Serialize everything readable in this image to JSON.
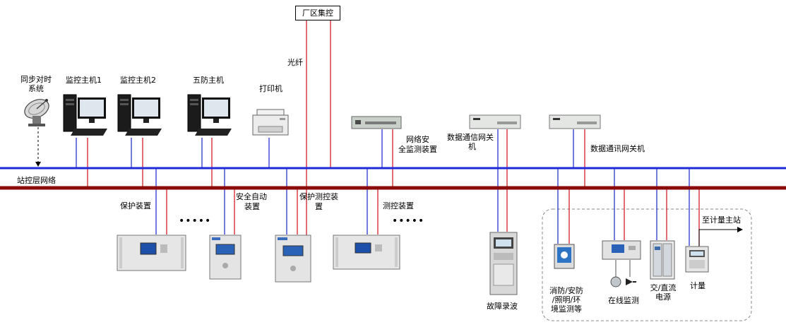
{
  "colors": {
    "station_bus": "#1f2bd6",
    "process_bus": "#8b0b0b",
    "red_link": "#d41e2a",
    "blue_link": "#2a35d6"
  },
  "labels": {
    "plant_control": "厂区集控",
    "fiber": "光纤",
    "sync_time_l1": "同步对时",
    "sync_time_l2": "系统",
    "host1": "监控主机1",
    "host2": "监控主机2",
    "five_prevention": "五防主机",
    "printer": "打印机",
    "net_security_l1": "网络安",
    "net_security_l2": "全监测装置",
    "gateway1_l1": "数据通信网关",
    "gateway1_l2": "机",
    "gateway2": "数据通讯网关机",
    "station_bus": "站控层网络",
    "protection": "保护装置",
    "safety_auto_l1": "安全自动",
    "safety_auto_l2": "装置",
    "prot_measure_l1": "保护测控装",
    "prot_measure_l2": "置",
    "measure_control": "测控装置",
    "dots1": "•••••",
    "dots2": "•••••",
    "fault_recorder": "故障录波",
    "fire_l1": "消防/安防",
    "fire_l2": "/照明/环",
    "fire_l3": "境监测等",
    "online_monitor": "在线监测",
    "acdc_l1": "交/直流",
    "acdc_l2": "电源",
    "metering": "计量",
    "to_metering_master": "至计量主站"
  }
}
